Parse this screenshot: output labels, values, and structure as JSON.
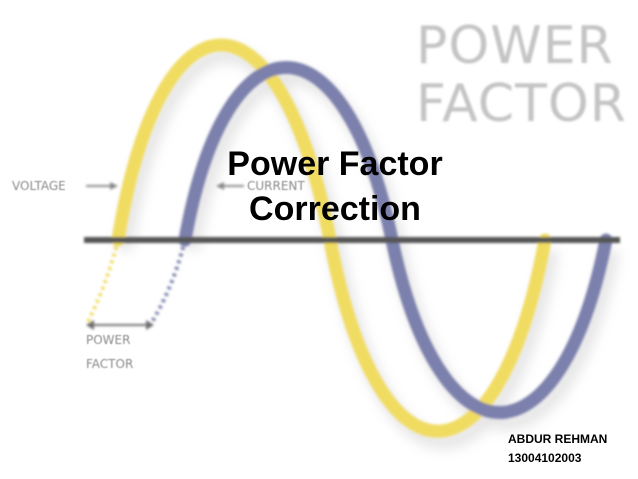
{
  "background": {
    "title_lines": [
      "POWER",
      "FACTOR"
    ],
    "voltage_label": "VOLTAGE",
    "current_label": "CURRENT",
    "power_factor_lines": [
      "POWER",
      "FACTOR"
    ]
  },
  "slide": {
    "title_lines": [
      "Power Factor",
      "Correction"
    ]
  },
  "author": {
    "name": "ABDUR REHMAN",
    "id": "13004102003"
  },
  "colors": {
    "voltage_wave": "#f1dc62",
    "current_wave": "#7b80ac",
    "axis": "#555555",
    "faded_text": "#c4c4c4"
  }
}
